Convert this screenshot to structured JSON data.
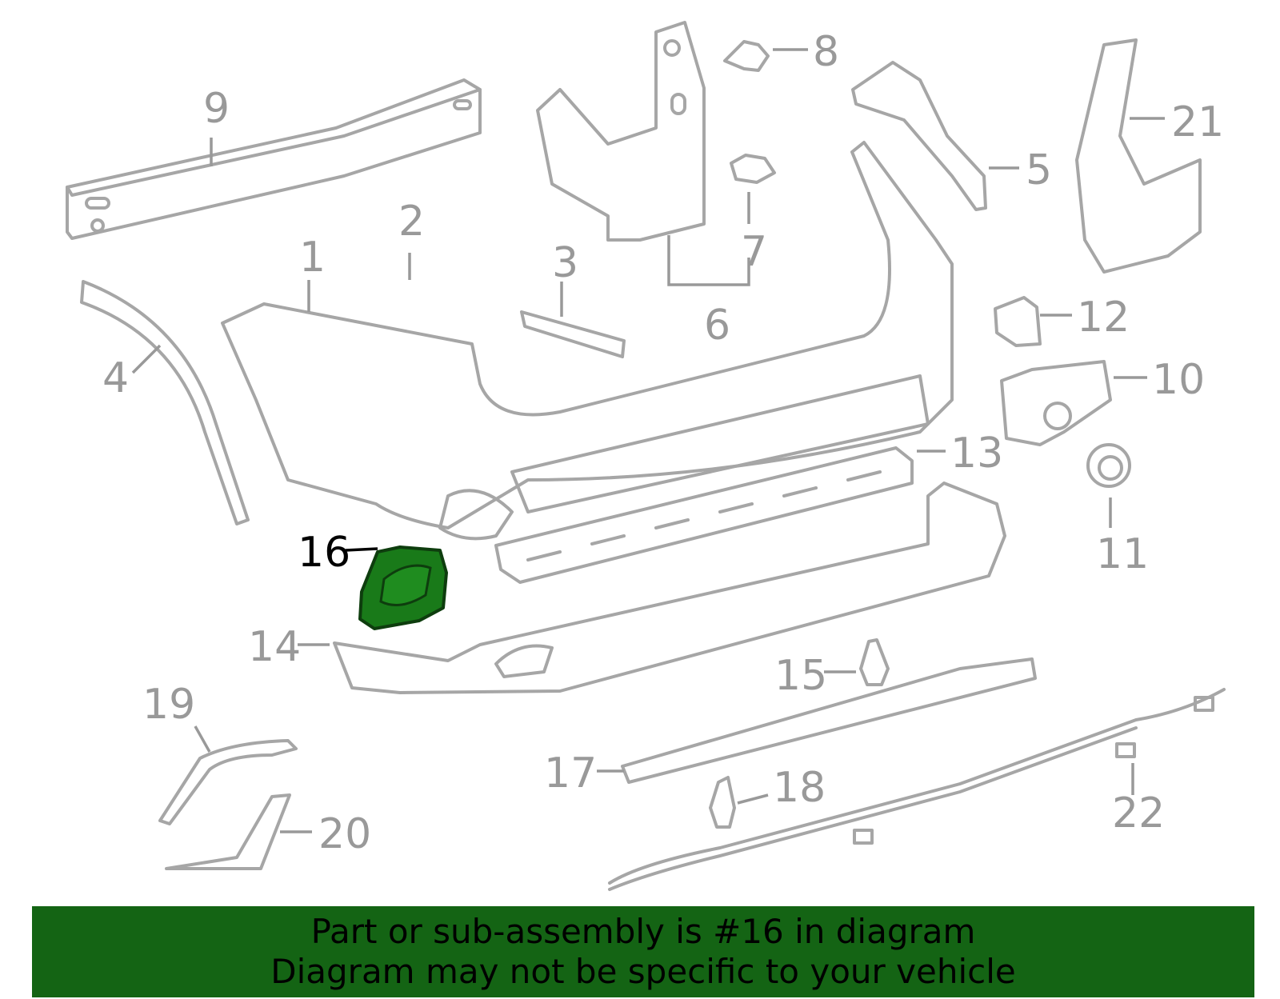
{
  "colors": {
    "highlight": "#197a19",
    "banner_bg": "#146414",
    "line_art": "#a6a6a6",
    "callout_text": "#999999",
    "highlight_text": "#000000"
  },
  "callouts": {
    "c1": "1",
    "c2": "2",
    "c3": "3",
    "c4": "4",
    "c5": "5",
    "c6": "6",
    "c7": "7",
    "c8": "8",
    "c9": "9",
    "c10": "10",
    "c11": "11",
    "c12": "12",
    "c13": "13",
    "c14": "14",
    "c15": "15",
    "c16": "16",
    "c17": "17",
    "c18": "18",
    "c19": "19",
    "c20": "20",
    "c21": "21",
    "c22": "22"
  },
  "highlighted_part": "16",
  "banner": {
    "line1": "Part or sub-assembly is #16 in diagram",
    "line2": "Diagram may not be specific to your vehicle"
  }
}
